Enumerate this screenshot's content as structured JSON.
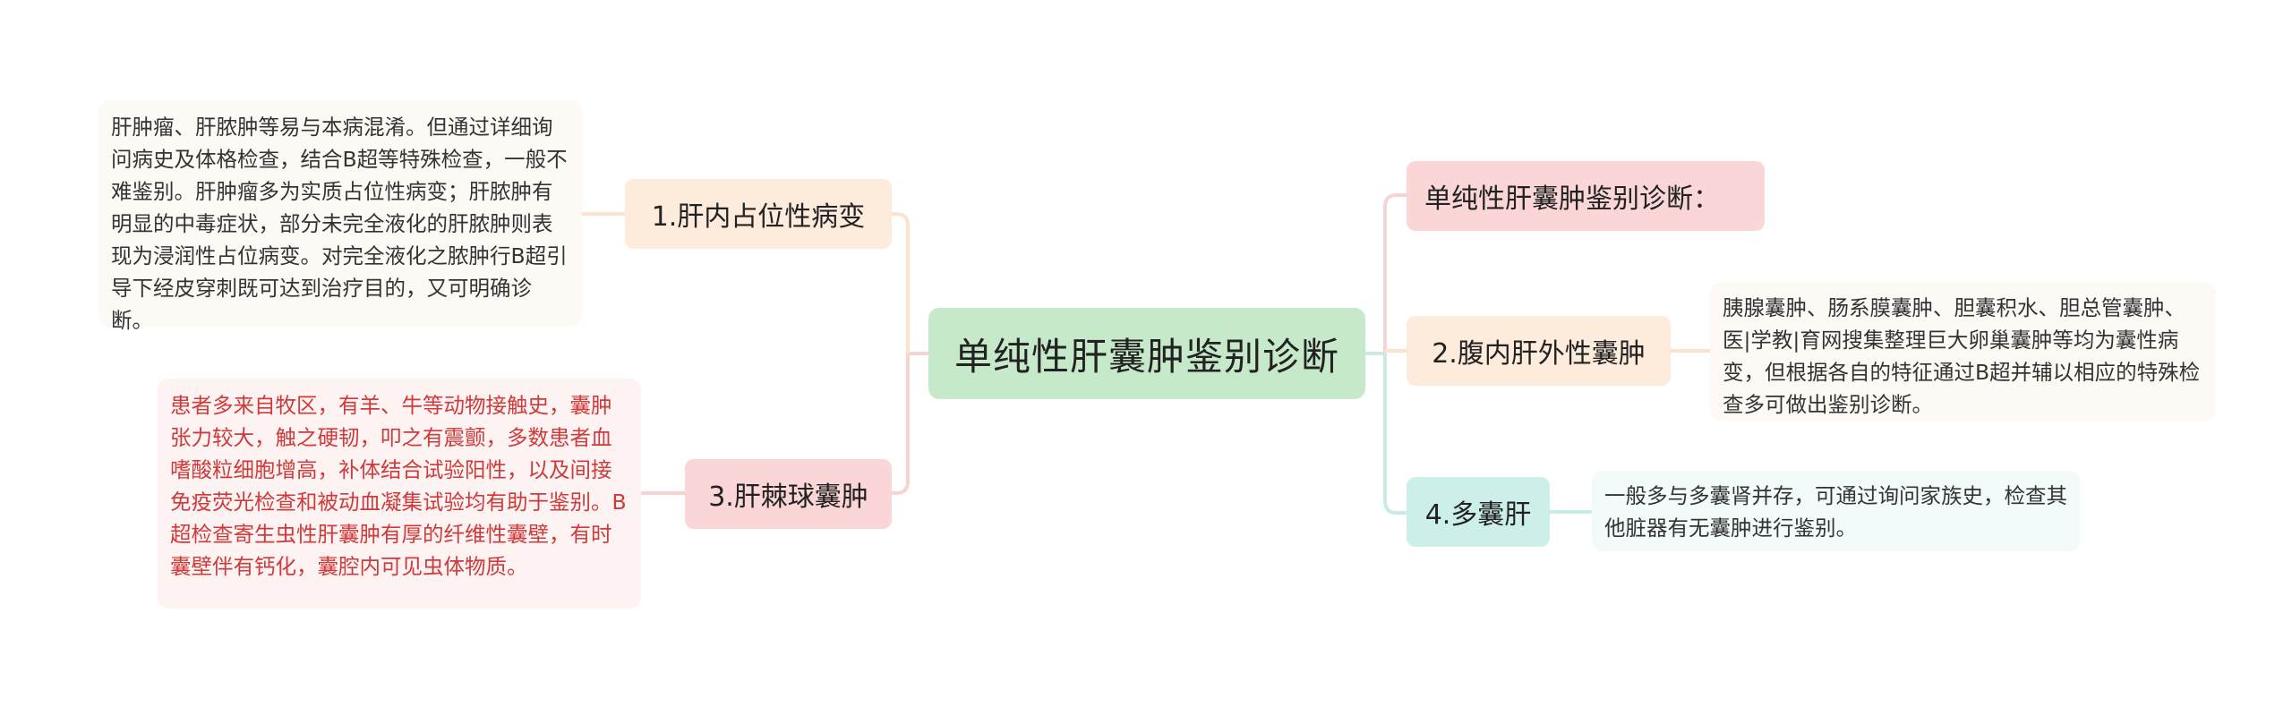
{
  "mindmap": {
    "root": {
      "label": "单纯性肝囊肿鉴别诊断",
      "color": "#c6e9c9"
    },
    "left_branches": [
      {
        "label": "1.肝内占位性病变",
        "color": "#fdebdc",
        "note": "肝肿瘤、肝脓肿等易与本病混淆。但通过详细询问病史及体格检查，结合B超等特殊检查，一般不难鉴别。肝肿瘤多为实质占位性病变；肝脓肿有明显的中毒症状，部分未完全液化的肝脓肿则表现为浸润性占位病变。对完全液化之脓肿行B超引导下经皮穿刺既可达到治疗目的，又可明确诊断。",
        "note_text_color": "#333333"
      },
      {
        "label": "3.肝棘球囊肿",
        "color": "#fad6d6",
        "note": "患者多来自牧区，有羊、牛等动物接触史，囊肿张力较大，触之硬韧，叩之有震颤，多数患者血嗜酸粒细胞增高，补体结合试验阳性，以及间接免疫荧光检查和被动血凝集试验均有助于鉴别。B超检查寄生虫性肝囊肿有厚的纤维性囊壁，有时囊壁伴有钙化，囊腔内可见虫体物质。",
        "note_text_color": "#d03a3a"
      }
    ],
    "right_branches": [
      {
        "label": "单纯性肝囊肿鉴别诊断：",
        "color": "#fad6d6"
      },
      {
        "label": "2.腹内肝外性囊肿",
        "color": "#fdebdc",
        "note": "胰腺囊肿、肠系膜囊肿、胆囊积水、胆总管囊肿、医|学教|育网搜集整理巨大卵巢囊肿等均为囊性病变，但根据各自的特征通过B超并辅以相应的特殊检查多可做出鉴别诊断。",
        "note_text_color": "#333333"
      },
      {
        "label": "4.多囊肝",
        "color": "#cdefea",
        "note": "一般多与多囊肾并存，可通过询问家族史，检查其他脏器有无囊肿进行鉴别。",
        "note_text_color": "#333333"
      }
    ],
    "connector_colors": {
      "peach": "#fbe3cf",
      "pink": "#f7d3d3",
      "teal": "#c9ebe6"
    }
  }
}
